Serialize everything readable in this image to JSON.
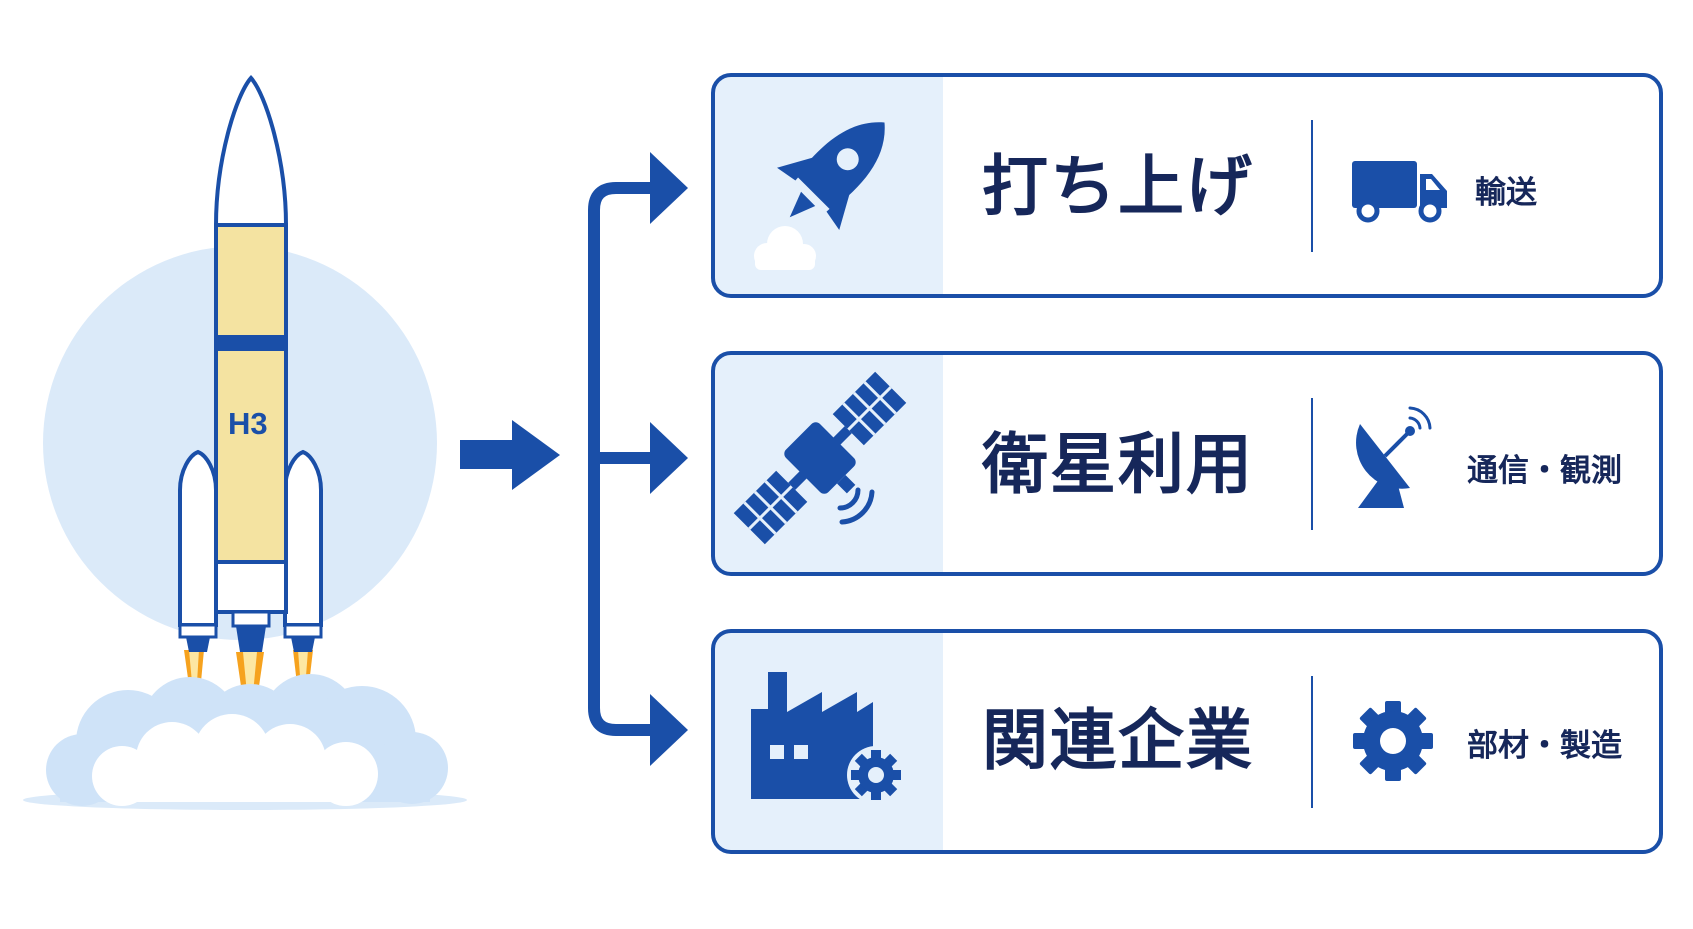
{
  "rocket": {
    "label": "H3"
  },
  "colors": {
    "primary": "#1a4fa8",
    "dark_text": "#16275a",
    "card_panel": "#e5f0fb",
    "halo": "#dbeaf9",
    "cloud": "#cfe3f8",
    "rocket_body": "#f4e3a1",
    "flame_outer": "#f6a21e",
    "flame_inner": "#fde7a2"
  },
  "cards": [
    {
      "title": "打ち上げ",
      "subtitle": "輸送",
      "main_icon": "rocket-icon",
      "sub_icon": "truck-icon"
    },
    {
      "title": "衛星利用",
      "subtitle": "通信・観測",
      "main_icon": "satellite-icon",
      "sub_icon": "satellite-dish-icon"
    },
    {
      "title": "関連企業",
      "subtitle": "部材・製造",
      "main_icon": "factory-icon",
      "sub_icon": "gear-icon"
    }
  ]
}
